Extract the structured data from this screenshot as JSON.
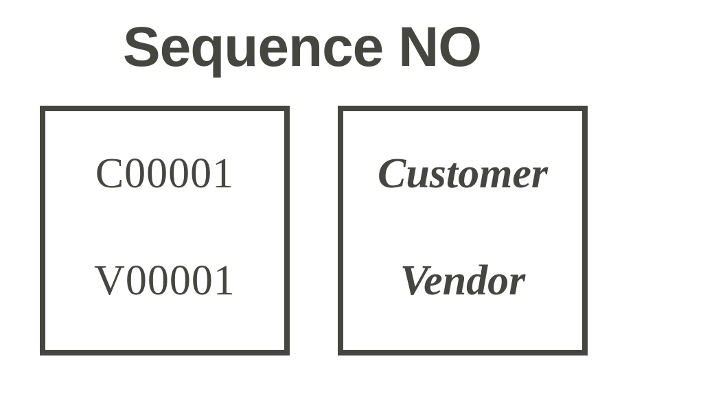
{
  "slide": {
    "title": "Sequence NO",
    "background_color": "#ffffff",
    "ink_color": "#45463F"
  },
  "boxes": [
    {
      "name": "sequence-code-box",
      "lines": [
        {
          "text": "C00001",
          "style": "serif-regular"
        },
        {
          "text": "V00001",
          "style": "serif-regular"
        }
      ]
    },
    {
      "name": "entity-type-box",
      "lines": [
        {
          "text": "Customer",
          "style": "serif-bold-italic"
        },
        {
          "text": "Vendor",
          "style": "serif-bold-italic"
        }
      ]
    }
  ]
}
